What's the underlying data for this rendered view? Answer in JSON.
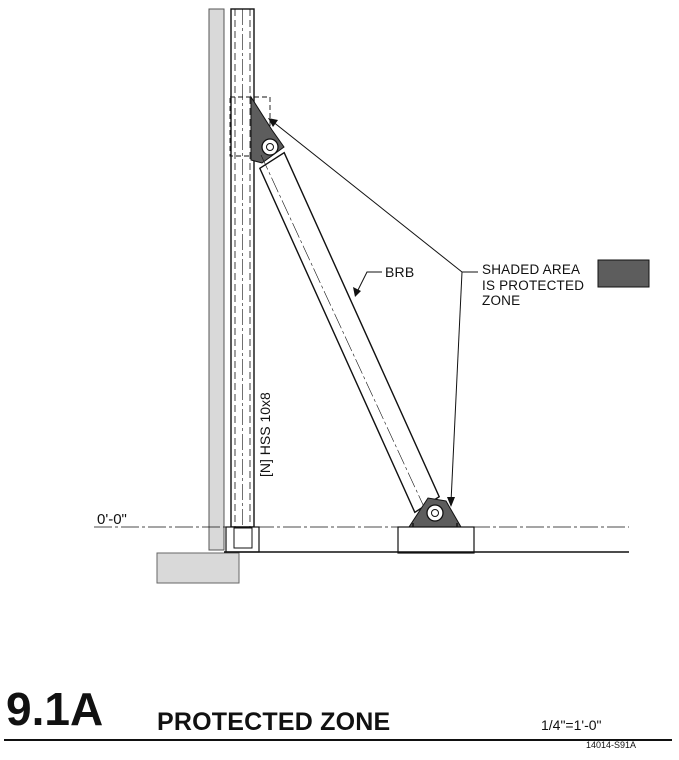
{
  "detail": {
    "number": "9.1A",
    "title": "PROTECTED ZONE",
    "scale": "1/4\"=1'-0\"",
    "sheet_ref": "14014-S91A"
  },
  "labels": {
    "brace": "BRB",
    "member": "[N] HSS 10x8",
    "level": "0'-0\"",
    "shaded_note": [
      "SHADED AREA",
      "IS PROTECTED",
      "ZONE"
    ]
  },
  "colors": {
    "protected_zone": "#5d5d5d",
    "wall": "#d9d9d9",
    "line": "#111111"
  }
}
